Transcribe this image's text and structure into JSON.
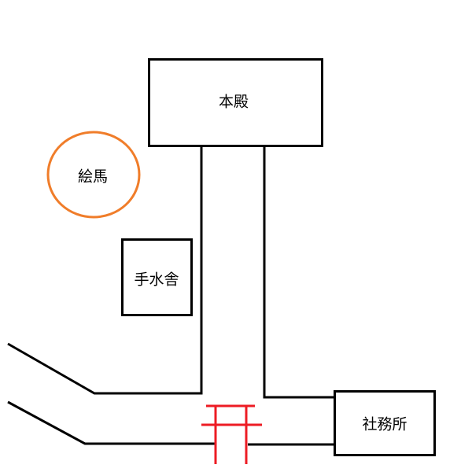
{
  "labels": {
    "main_hall": "本殿",
    "ema": "絵馬",
    "purification_fountain": "手水舎",
    "shrine_office": "社務所"
  },
  "colors": {
    "line": "#000000",
    "ema_circle": "#f07d2a",
    "torii": "#ed1c24"
  }
}
